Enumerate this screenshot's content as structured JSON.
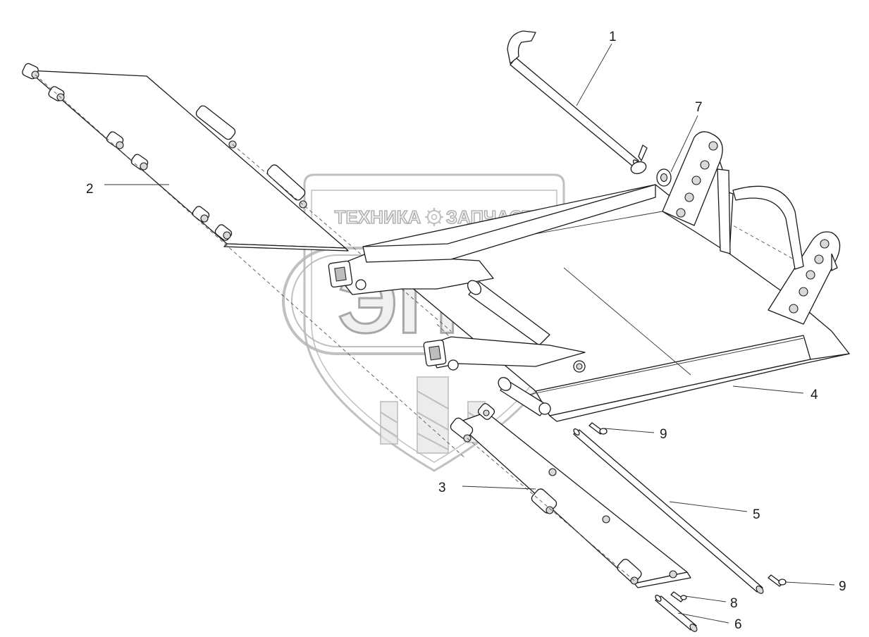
{
  "watermark": {
    "line1_left": "ТЕХНИКА",
    "line1_right": "ЗАПЧАСТИ",
    "monogram": "ЭПФ",
    "gear_icon": "gear-icon"
  },
  "callouts": [
    {
      "id": "1",
      "label": "1"
    },
    {
      "id": "2",
      "label": "2"
    },
    {
      "id": "3",
      "label": "3"
    },
    {
      "id": "4",
      "label": "4"
    },
    {
      "id": "5",
      "label": "5"
    },
    {
      "id": "6",
      "label": "6"
    },
    {
      "id": "7",
      "label": "7"
    },
    {
      "id": "8",
      "label": "8"
    },
    {
      "id": "9a",
      "label": "9"
    },
    {
      "id": "9b",
      "label": "9"
    }
  ]
}
